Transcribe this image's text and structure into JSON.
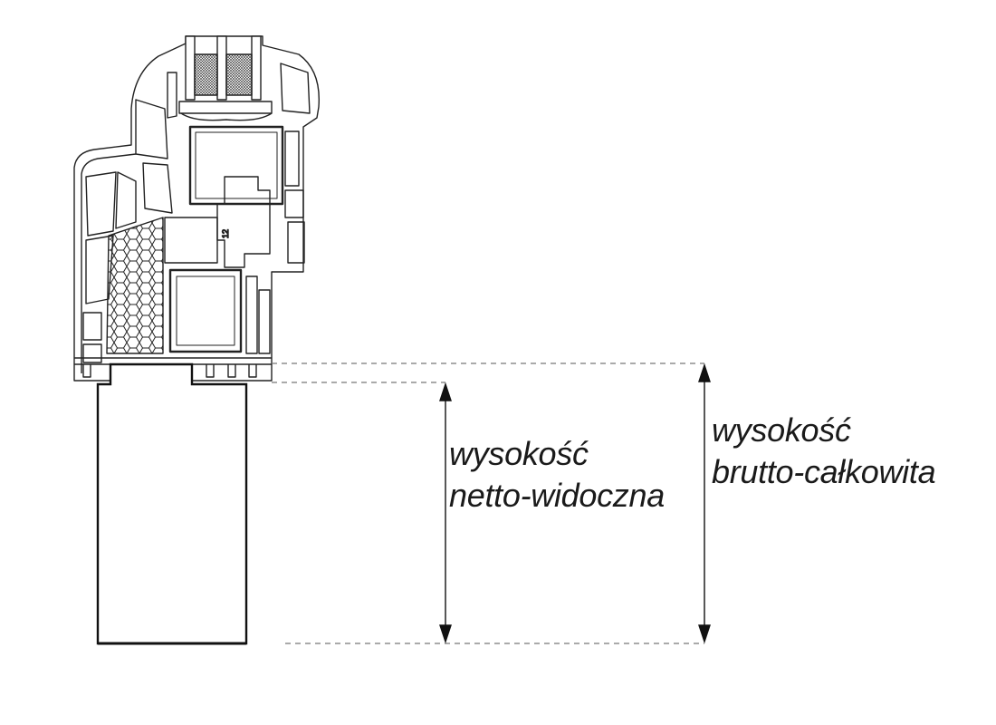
{
  "diagram": {
    "profile_dimension": "12",
    "net_height": {
      "line1": "wysokość",
      "line2": "netto-widoczna"
    },
    "gross_height": {
      "line1": "wysokość",
      "line2": "brutto-całkowita"
    }
  },
  "colors": {
    "line": "#1a1a1a",
    "dashed": "#777777",
    "text": "#1a1a1a"
  }
}
